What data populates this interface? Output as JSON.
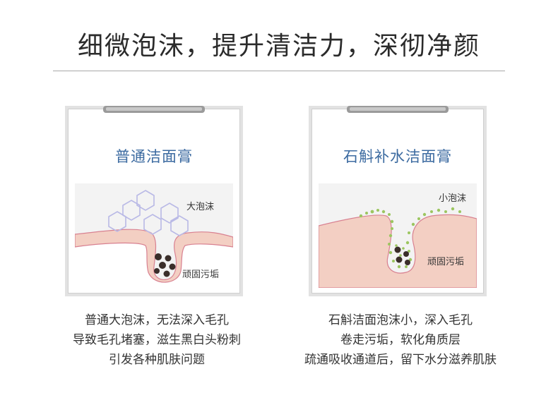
{
  "headline": "细微泡沫，提升清洁力，深彻净颜",
  "left_card": {
    "title": "普通洁面膏",
    "foam_label": "大泡沫",
    "dirt_label": "顽固污垢",
    "desc": [
      "普通大泡沫，无法深入毛孔",
      "导致毛孔堵塞，滋生黑白头粉刺",
      "引发各种肌肤问题"
    ]
  },
  "right_card": {
    "title": "石斛补水洁面膏",
    "foam_label": "小泡沫",
    "dirt_label": "顽固污垢",
    "desc": [
      "石斛洁面泡沫小，深入毛孔",
      "卷走污垢，软化角质层",
      "疏通吸收通道后，留下水分滋养肌肤"
    ]
  },
  "colors": {
    "title_blue": "#3b6aa0",
    "skin_pink": "#f3cfc3",
    "skin_border": "#d88090",
    "foam_green": "#9cc660",
    "bubble_purple": "#b9b9e6"
  }
}
